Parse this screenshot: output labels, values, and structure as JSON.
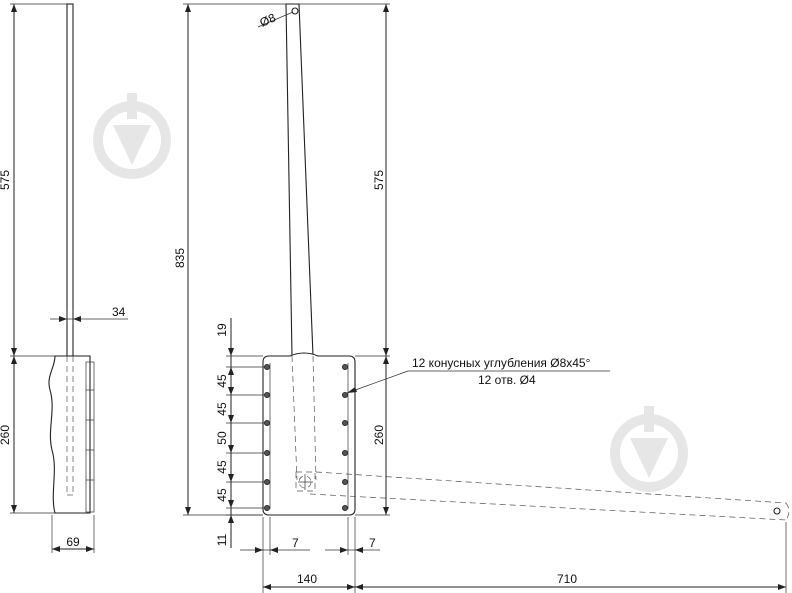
{
  "dimensions": {
    "left_height_top": "575",
    "left_height_bottom": "260",
    "left_width_bottom": "69",
    "left_rod": "34",
    "total_height": "835",
    "hole_diameter": "Ø8",
    "right_height_top": "575",
    "right_height_bottom": "260",
    "spacing_top": "19",
    "spacing_1": "45",
    "spacing_2": "45",
    "spacing_3": "50",
    "spacing_4": "45",
    "spacing_5": "45",
    "spacing_bottom": "11",
    "edge_left": "7",
    "edge_right": "7",
    "base_width": "140",
    "arm_length": "710"
  },
  "notes": {
    "countersink": "12 конусных углубления Ø8х45°",
    "holes": "12 отв. Ø4"
  }
}
